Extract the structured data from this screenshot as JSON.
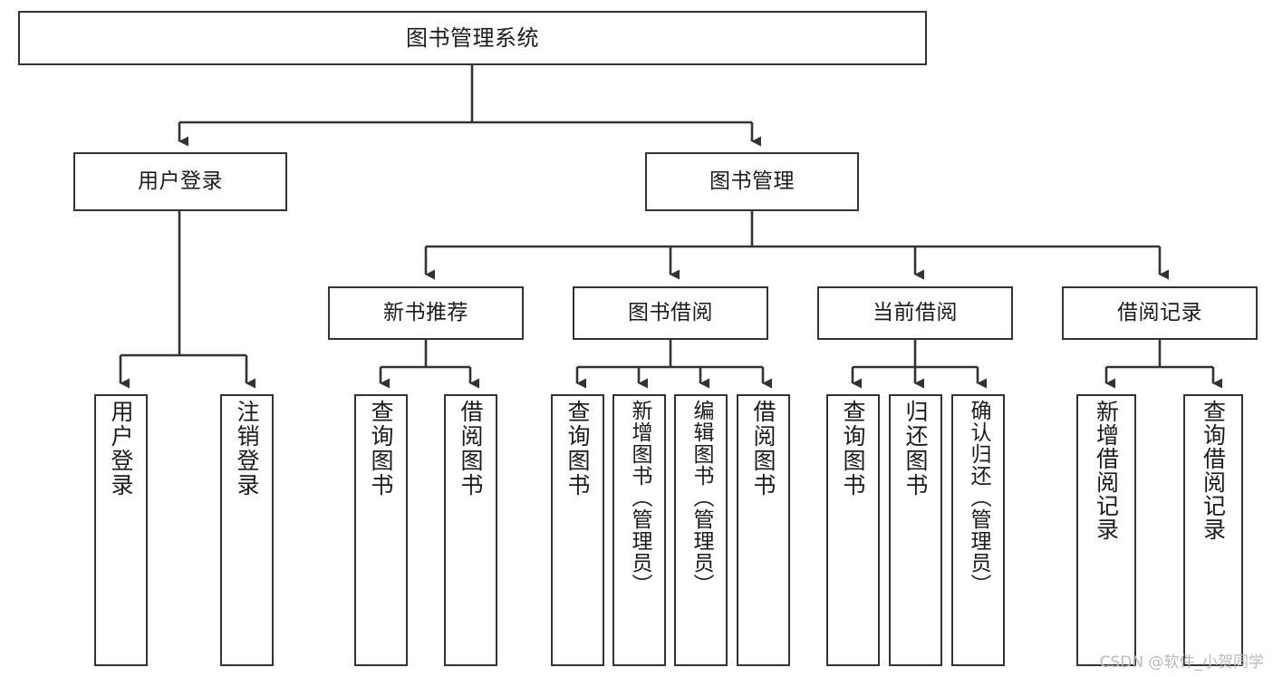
{
  "diagram": {
    "title": "图书管理系统",
    "type": "tree",
    "background": "#ffffff",
    "line_color": "#333333",
    "text_color": "#1b1b1b",
    "nodes": {
      "root": {
        "label": "图书管理系统"
      },
      "l2": [
        {
          "id": "user-login",
          "label": "用户登录"
        },
        {
          "id": "book-manage",
          "label": "图书管理"
        }
      ],
      "l3": [
        {
          "id": "new-book-recommend",
          "label": "新书推荐"
        },
        {
          "id": "book-borrow",
          "label": "图书借阅"
        },
        {
          "id": "current-borrow",
          "label": "当前借阅"
        },
        {
          "id": "borrow-record",
          "label": "借阅记录"
        }
      ],
      "leaves": {
        "user_login": [
          {
            "id": "leaf-user-login",
            "label": "用户登录"
          },
          {
            "id": "leaf-logout-login",
            "label": "注销登录"
          }
        ],
        "new_book_recommend": [
          {
            "id": "leaf-query-book-1",
            "label": "查询图书"
          },
          {
            "id": "leaf-borrow-book-1",
            "label": "借阅图书"
          }
        ],
        "book_borrow": [
          {
            "id": "leaf-query-book-2",
            "label": "查询图书"
          },
          {
            "id": "leaf-add-book",
            "label": "新增图书（管理员）"
          },
          {
            "id": "leaf-edit-book",
            "label": "编辑图书（管理员）"
          },
          {
            "id": "leaf-borrow-book-2",
            "label": "借阅图书"
          }
        ],
        "current_borrow": [
          {
            "id": "leaf-query-book-3",
            "label": "查询图书"
          },
          {
            "id": "leaf-return-book",
            "label": "归还图书"
          },
          {
            "id": "leaf-confirm-return",
            "label": "确认归还（管理员）"
          }
        ],
        "borrow_record": [
          {
            "id": "leaf-add-borrow-record",
            "label": "新增借阅记录"
          },
          {
            "id": "leaf-query-borrow-record",
            "label": "查询借阅记录"
          }
        ]
      }
    }
  },
  "watermark": {
    "text": "CSDN @软件_小贺同学"
  }
}
